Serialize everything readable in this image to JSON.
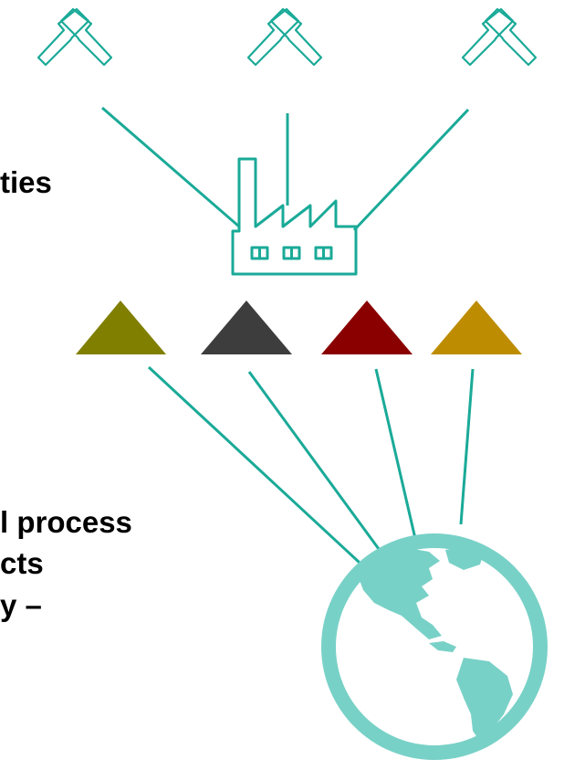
{
  "text_fragments": [
    "ties",
    "l process",
    "cts",
    "y –"
  ],
  "colors": {
    "line": "#1aaa98",
    "globe": "#78d1c7",
    "olive_triangle": "#807f00",
    "charcoal_triangle": "#3d3d3d",
    "maroon_triangle": "#8a0000",
    "gold_triangle": "#bd8c00"
  },
  "icons": [
    "hammer-icon",
    "factory-icon",
    "globe-icon"
  ]
}
